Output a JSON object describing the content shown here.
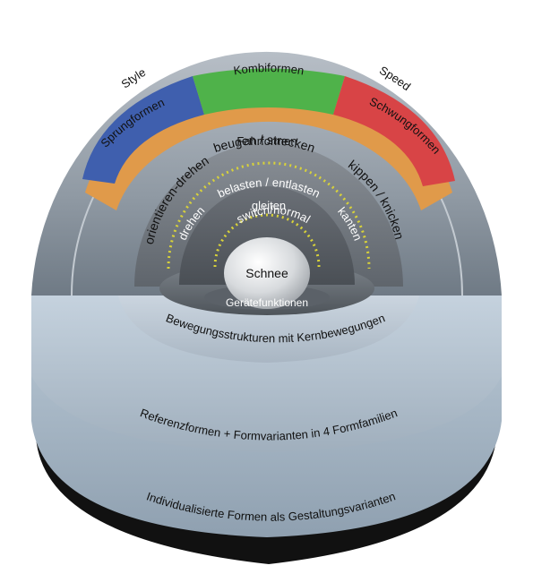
{
  "outer_ring": {
    "style_label": "Style",
    "speed_label": "Speed"
  },
  "form_families": {
    "sprung": "Sprungformen",
    "kombi": "Kombiformen",
    "schwung": "Schwungformen",
    "fahr": "Fahrformen"
  },
  "core_movements": {
    "beugen": "beugen / strecken",
    "orientieren": "orientieren-drehen",
    "kippen": "kippen / knicken",
    "belasten": "belasten / entlasten",
    "gleiten": "gleiten",
    "drehen": "drehen",
    "kanten": "kanten",
    "switch": "switch/normal"
  },
  "center": {
    "snow": "Schnee",
    "device": "Gerätefunktionen"
  },
  "layers": {
    "layer1": "Bewegungsstrukturen mit Kernbewegungen",
    "layer2": "Referenzformen + Formvarianten in 4 Formfamilien",
    "layer3": "Individualisierte Formen als Gestaltungsvarianten"
  },
  "colors": {
    "sprung": "#3f5fae",
    "kombi": "#4fb24a",
    "schwung": "#d84446",
    "fahr": "#e09a4a",
    "dome": "#9aa4ae",
    "base_light": "#c9d6e2",
    "base_dark": "#121212",
    "dots": "#d8d23a"
  }
}
